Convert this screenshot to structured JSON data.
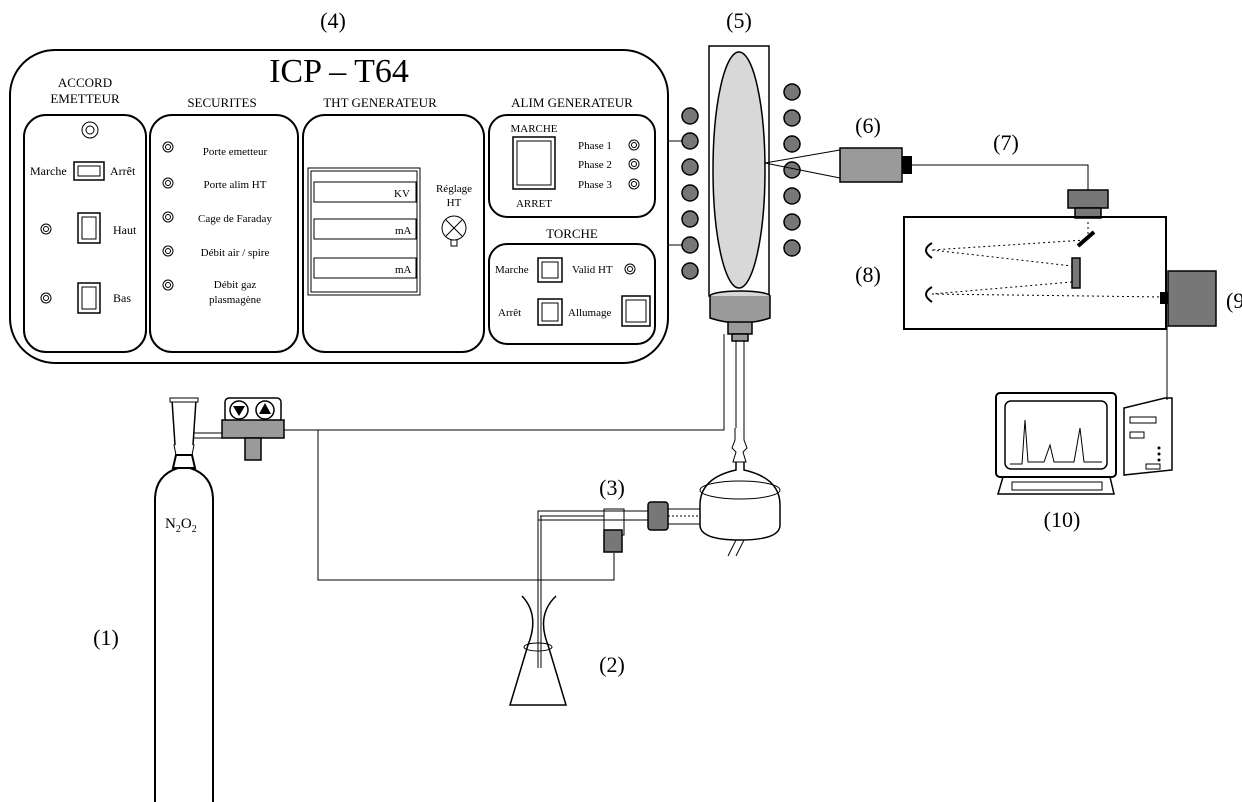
{
  "labels": {
    "n1": "(1)",
    "n2": "(2)",
    "n3": "(3)",
    "n4": "(4)",
    "n5": "(5)",
    "n6": "(6)",
    "n7": "(7)",
    "n8": "(8)",
    "n9": "(9)",
    "n10": "(10)"
  },
  "gas_bottle": {
    "label_main": "N",
    "sub1": "2",
    "label_mid": "O",
    "sub2": "2"
  },
  "console": {
    "title": "ICP – T64",
    "accord": {
      "title_line1": "ACCORD",
      "title_line2": "EMETTEUR",
      "marche": "Marche",
      "arret": "Arrêt",
      "haut": "Haut",
      "bas": "Bas"
    },
    "securites": {
      "title": "SECURITES",
      "items": [
        "Porte emetteur",
        "Porte alim HT",
        "Cage de Faraday",
        "Débit air / spire",
        "Débit gaz",
        "plasmagène"
      ]
    },
    "tht": {
      "title": "THT GENERATEUR",
      "kv": "KV",
      "ma1": "mA",
      "ma2": "mA",
      "reglage_line1": "Réglage",
      "reglage_line2": "HT"
    },
    "alim": {
      "title": "ALIM  GENERATEUR",
      "marche": "MARCHE",
      "arret": "ARRET",
      "phases": [
        "Phase 1",
        "Phase 2",
        "Phase 3"
      ]
    },
    "torche": {
      "title": "TORCHE",
      "marche": "Marche",
      "valid": "Valid HT",
      "arret": "Arrêt",
      "allumage": "Allumage"
    }
  }
}
